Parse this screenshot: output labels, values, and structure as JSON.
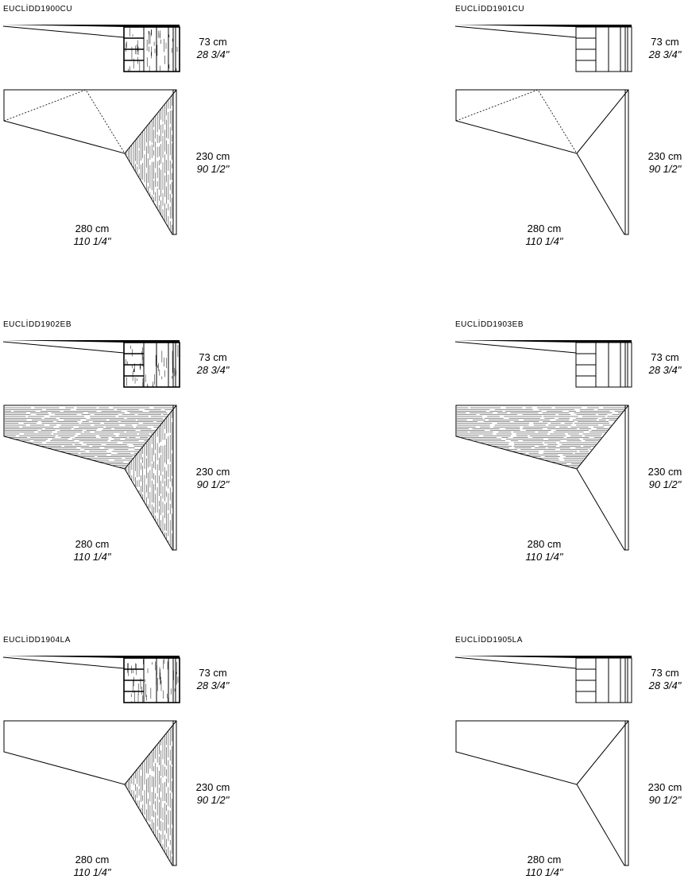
{
  "models": [
    {
      "code": "EUCLİDD1900CU",
      "height_cm": "73 cm",
      "height_in": "28 3/4\"",
      "depth_cm": "230 cm",
      "depth_in": "90 1/2\"",
      "width_cm": "280 cm",
      "width_in": "110 1/4\"",
      "cabinet": "grained",
      "top_left": "dashed",
      "top_right": "grained"
    },
    {
      "code": "EUCLİDD1901CU",
      "height_cm": "73 cm",
      "height_in": "28 3/4\"",
      "depth_cm": "230 cm",
      "depth_in": "90 1/2\"",
      "width_cm": "280 cm",
      "width_in": "110 1/4\"",
      "cabinet": "plain",
      "top_left": "dashed",
      "top_right": "plain"
    },
    {
      "code": "EUCLİDD1902EB",
      "height_cm": "73 cm",
      "height_in": "28 3/4\"",
      "depth_cm": "230 cm",
      "depth_in": "90 1/2\"",
      "width_cm": "280 cm",
      "width_in": "110 1/4\"",
      "cabinet": "grained",
      "top_left": "grained",
      "top_right": "grained"
    },
    {
      "code": "EUCLİDD1903EB",
      "height_cm": "73 cm",
      "height_in": "28 3/4\"",
      "depth_cm": "230 cm",
      "depth_in": "90 1/2\"",
      "width_cm": "280 cm",
      "width_in": "110 1/4\"",
      "cabinet": "plain",
      "top_left": "grained",
      "top_right": "plain"
    },
    {
      "code": "EUCLİDD1904LA",
      "height_cm": "73 cm",
      "height_in": "28 3/4\"",
      "depth_cm": "230 cm",
      "depth_in": "90 1/2\"",
      "width_cm": "280 cm",
      "width_in": "110 1/4\"",
      "cabinet": "grained",
      "top_left": "plain",
      "top_right": "grained"
    },
    {
      "code": "EUCLİDD1905LA",
      "height_cm": "73 cm",
      "height_in": "28 3/4\"",
      "depth_cm": "230 cm",
      "depth_in": "90 1/2\"",
      "width_cm": "280 cm",
      "width_in": "110 1/4\"",
      "cabinet": "plain",
      "top_left": "plain",
      "top_right": "plain"
    }
  ]
}
